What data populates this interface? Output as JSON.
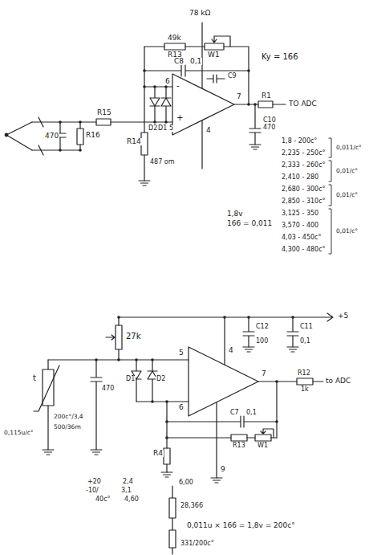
{
  "diagram": {
    "labels": [
      "78 kΩ",
      "49k",
      "R13",
      "W1",
      "C8",
      "0,1",
      "C9",
      "Ky = 166",
      "6",
      "-",
      "5",
      "+",
      "D2",
      "D1",
      "4",
      "7",
      "R14",
      "487 om",
      "R15",
      "R16",
      "470",
      "R1",
      "TO ADC",
      "C10",
      "470",
      "1,8 - 200c°",
      "2,235 - 250c°",
      "2,333 - 260c°",
      "2,410 - 280",
      "2,680 - 300c°",
      "2,850 - 310c°",
      "3,125 - 350",
      "3,570 - 400",
      "4,03 - 450c°",
      "4,300 - 480c°",
      "0,011/c°",
      "0,01/c°",
      "0,01/c°",
      "0,01/c°",
      "1,8v",
      "166 = 0,011",
      "+5",
      "27k",
      "C12",
      "100",
      "C11",
      "0,1",
      "4",
      "5",
      "6",
      "D1",
      "D2",
      "7",
      "R12",
      "1k",
      "to ADC",
      "C7",
      "0,1",
      "R13",
      "W1",
      "R4",
      "9",
      "t",
      "200c°/3,4",
      "0,115u/c°",
      "500/36m",
      "470",
      "+20",
      "-10/",
      "40c°",
      "2,4",
      "3,1",
      "4,60",
      "6,00",
      "28,366",
      "0,011u × 166 = 1,8v = 200c°",
      "331/200c°"
    ]
  }
}
